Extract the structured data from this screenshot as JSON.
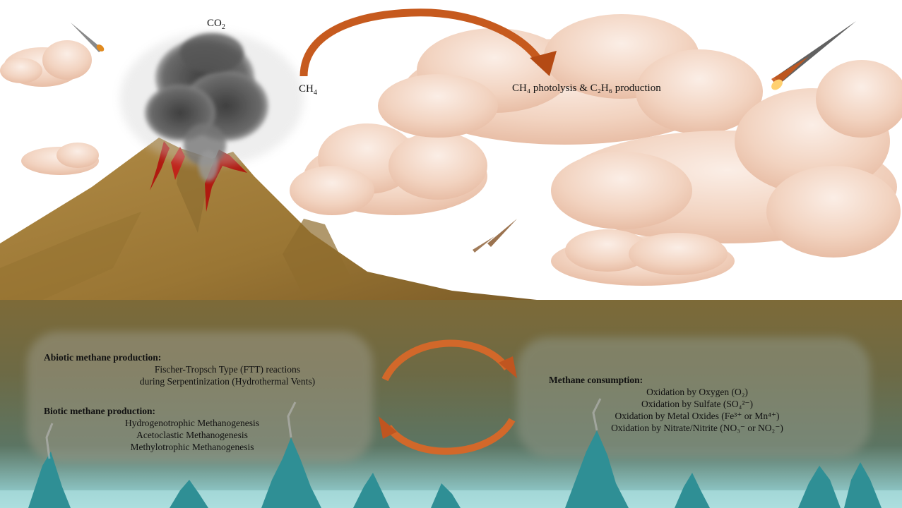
{
  "atmosphere": {
    "co2_label": "CO2",
    "ch4_label": "CH4",
    "photolysis_label": "CH₄ photolysis & C₂H₆ production"
  },
  "abiotic": {
    "title": "Abiotic methane production:",
    "lines": [
      "Fischer-Tropsch Type (FTT) reactions",
      "during Serpentinization (Hydrothermal Vents)"
    ]
  },
  "biotic": {
    "title": "Biotic methane production:",
    "lines": [
      "Hydrogenotrophic Methanogenesis",
      "Acetoclastic Methanogenesis",
      "Methylotrophic Methanogenesis"
    ]
  },
  "consumption": {
    "title": "Methane consumption:",
    "lines": [
      "Oxidation by Oxygen (O₂)",
      "Oxidation by Sulfate (SO₄²⁻)",
      "Oxidation by Metal Oxides (Fe³⁺ or Mn⁴⁺)",
      "Oxidation by Nitrate/Nitrite (NO₃⁻ or NO₂⁻)"
    ]
  },
  "colors": {
    "arrow": "#c65a1e",
    "volcano": "#a6803a",
    "lava": "#b01a10",
    "cloud": "#f3d7c6",
    "ocean_top": "#7a6a3c",
    "ocean_bottom": "#9fd3d6",
    "vent": "#2f8f95"
  }
}
